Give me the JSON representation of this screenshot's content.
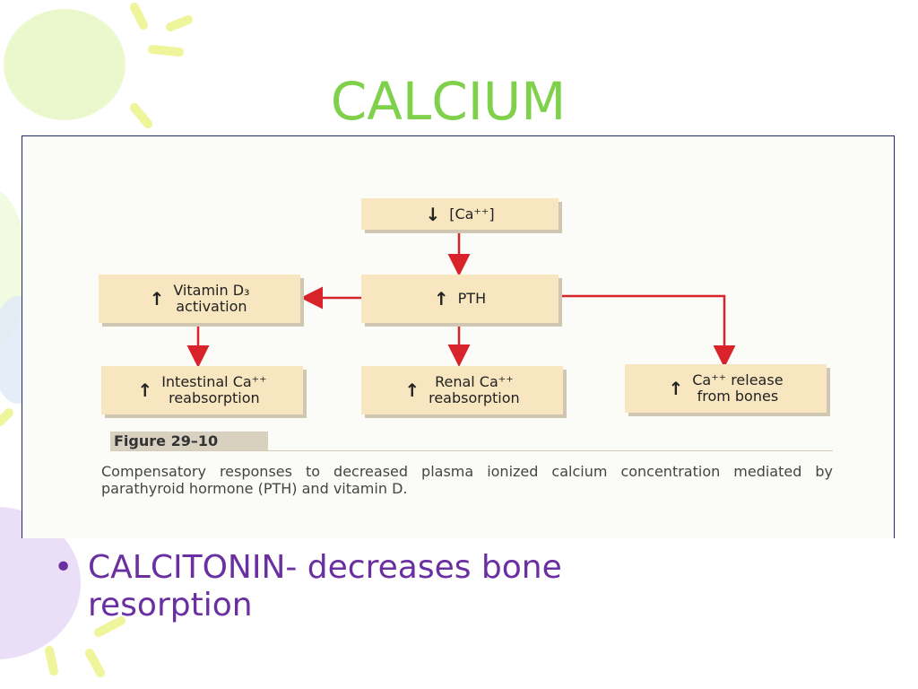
{
  "slide": {
    "title": "CALCIUM",
    "bullet_symbol": "•",
    "bullet_text": "CALCITONIN- decreases bone resorption"
  },
  "figure": {
    "nodes": {
      "ca": {
        "arrow": "↓",
        "label": "[Ca⁺⁺]"
      },
      "pth": {
        "arrow": "↑",
        "label": "PTH"
      },
      "vitd": {
        "arrow": "↑",
        "label": "Vitamin D₃\nactivation"
      },
      "intestinal": {
        "arrow": "↑",
        "label": "Intestinal Ca⁺⁺\nreabsorption"
      },
      "renal": {
        "arrow": "↑",
        "label": "Renal Ca⁺⁺\nreabsorption"
      },
      "bones": {
        "arrow": "↑",
        "label": "Ca⁺⁺ release\nfrom bones"
      }
    },
    "caption_label": "Figure 29–10",
    "caption_text": "Compensatory responses to decreased plasma ionized calcium concentration mediated by parathyroid hormone (PTH) and vitamin D."
  },
  "colors": {
    "title": "#7fd14b",
    "bullet": "#6a2fa0",
    "arrow": "#d8232a",
    "box_fill": "#f7e6bf",
    "frame_border": "#1f2a66"
  }
}
